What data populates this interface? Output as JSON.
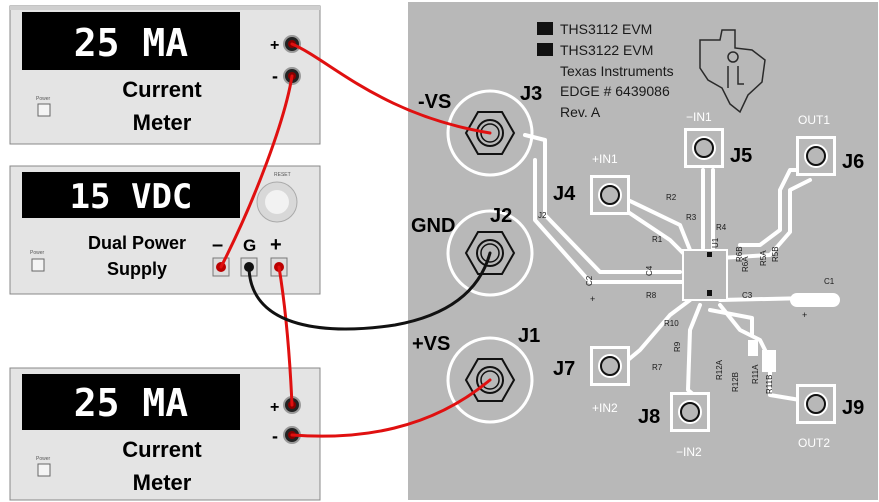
{
  "instruments": {
    "meter_top": {
      "display": "25 MA",
      "label_line1": "Current",
      "label_line2": "Meter",
      "plus": "+",
      "minus": "-",
      "power": "Power"
    },
    "supply": {
      "display": "15 VDC",
      "label_line1": "Dual Power",
      "label_line2": "Supply",
      "minus": "–",
      "ground": "G",
      "plus": "+",
      "power": "Power",
      "reset": "RESET"
    },
    "meter_bottom": {
      "display": "25 MA",
      "label_line1": "Current",
      "label_line2": "Meter",
      "plus": "+",
      "minus": "-",
      "power": "Power"
    }
  },
  "board": {
    "legend_1": "THS3112 EVM",
    "legend_2": "THS3122 EVM",
    "legend_3": "Texas Instruments",
    "legend_4": "EDGE # 6439086",
    "legend_5": "Rev. A",
    "connectors": {
      "j3": "J3",
      "j2": "J2",
      "j1": "J1",
      "j4": "J4",
      "j5": "J5",
      "j6": "J6",
      "j7": "J7",
      "j8": "J8",
      "j9": "J9"
    },
    "pin_labels": {
      "in1_neg": "−IN1",
      "in1_pos": "+IN1",
      "out1": "OUT1",
      "in2_pos": "+IN2",
      "in2_neg": "−IN2",
      "out2": "OUT2"
    },
    "silkscreen": [
      "R2",
      "R3",
      "R4",
      "R1",
      "J2",
      "C2",
      "C4",
      "U1",
      "R6B",
      "R6A",
      "R5A",
      "R5B",
      "C1",
      "C3",
      "R8",
      "R10",
      "R9",
      "R7",
      "R12A",
      "R12B",
      "R11A",
      "R11B",
      "+",
      "+"
    ]
  },
  "labels": {
    "neg_vs": "-VS",
    "gnd": "GND",
    "pos_vs": "+VS"
  },
  "colors": {
    "wire_red": "#e01010",
    "wire_black": "#111111",
    "board": "#b7b7b7",
    "instrument": "#e6e6e6",
    "display_bg": "#000000"
  }
}
